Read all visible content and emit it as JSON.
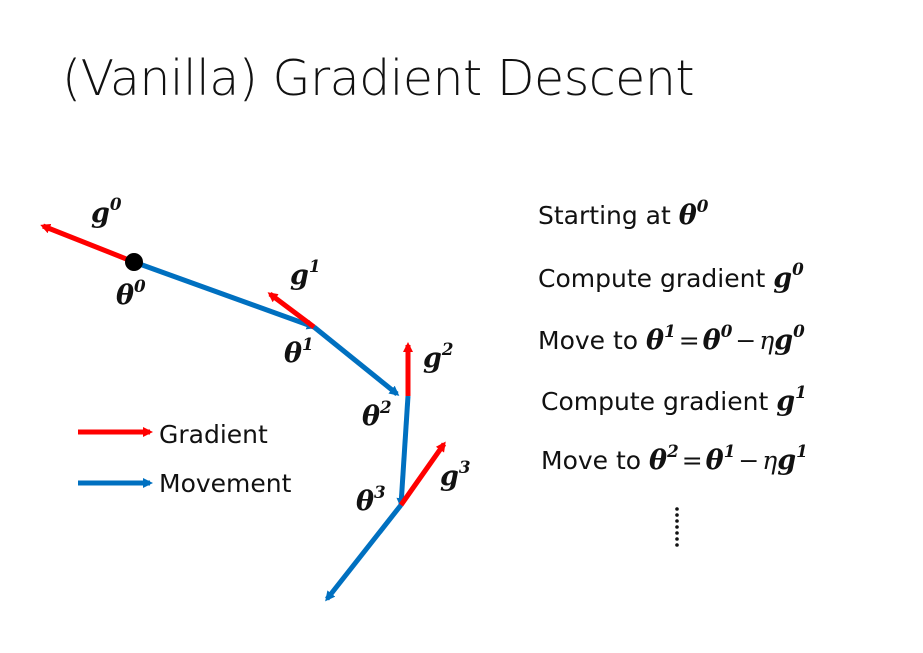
{
  "slide": {
    "title": "(Vanilla) Gradient Descent"
  },
  "colors": {
    "gradient": "#ff0000",
    "movement": "#0070c0",
    "point": "#000000"
  },
  "legend": {
    "gradient_label": "Gradient",
    "movement_label": "Movement"
  },
  "symbols": {
    "theta": "θ",
    "g": "g",
    "eta": "η",
    "equals": "=",
    "minus": "−"
  },
  "steps": [
    {
      "text": "Starting at "
    },
    {
      "text": "Compute gradient "
    },
    {
      "text": "Move to "
    },
    {
      "text": "Compute gradient "
    },
    {
      "text": "Move to "
    }
  ],
  "labels": {
    "g0": "0",
    "g1": "1",
    "g2": "2",
    "g3": "3",
    "theta0": "0",
    "theta1": "1",
    "theta2": "2",
    "theta3": "3"
  }
}
